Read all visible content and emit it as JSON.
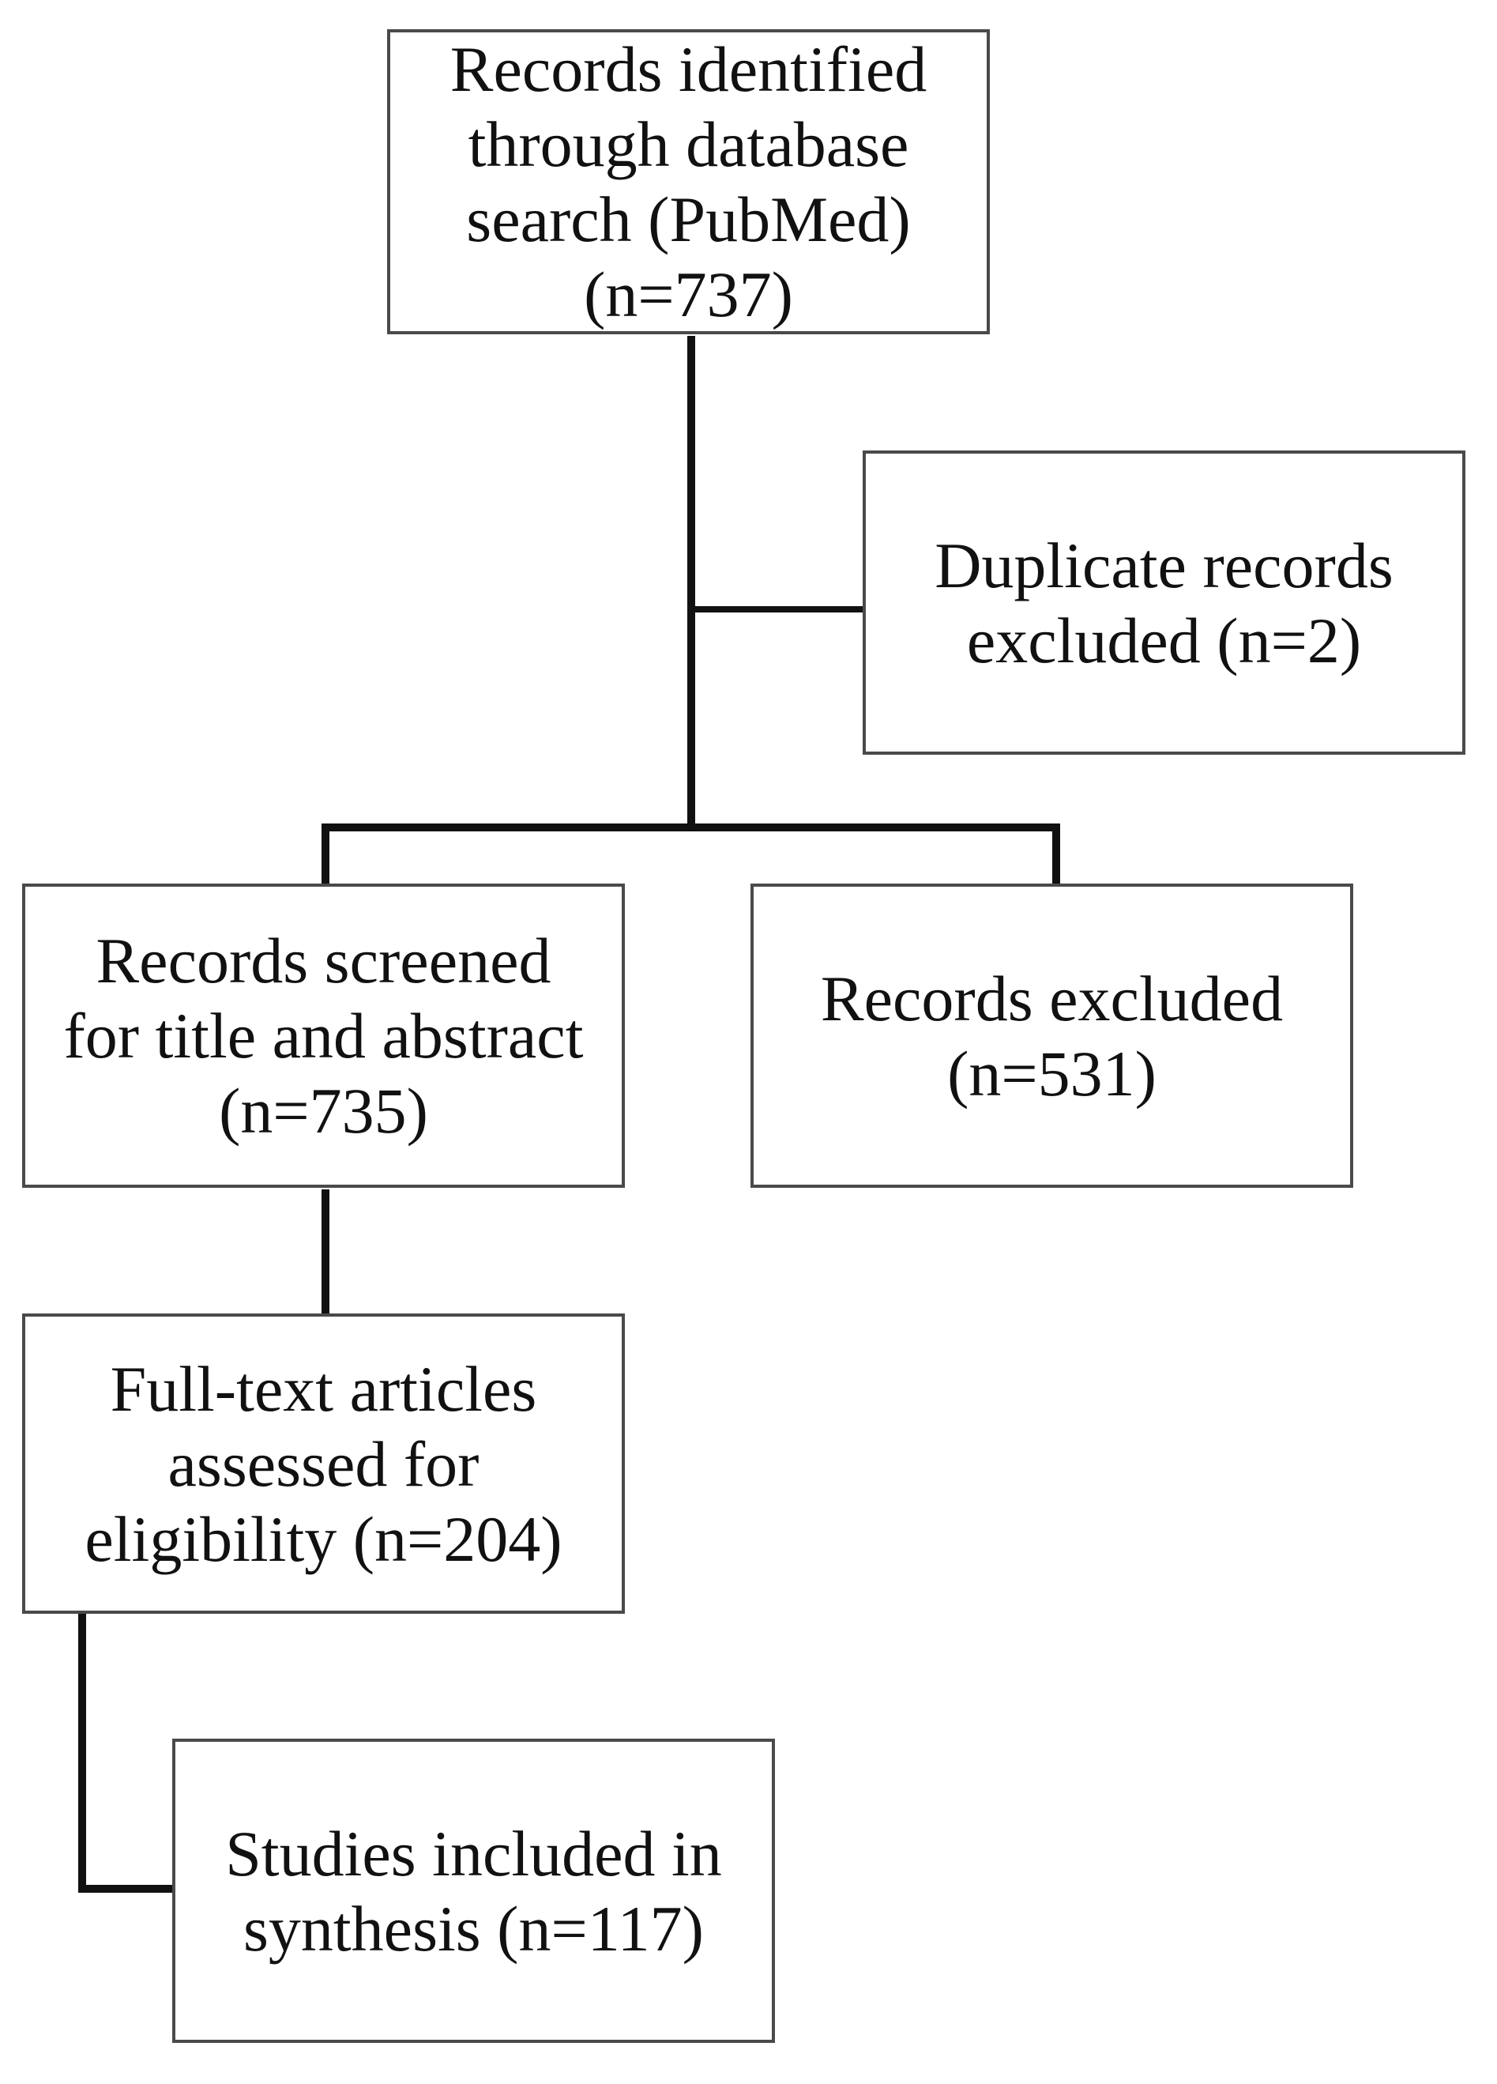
{
  "flowchart": {
    "identified": {
      "text": "Records identified\nthrough database\nsearch (PubMed)\n(n=737)"
    },
    "duplicates": {
      "text": "Duplicate records\nexcluded (n=2)"
    },
    "screened": {
      "text": "Records screened\nfor title and abstract\n(n=735)"
    },
    "excluded": {
      "text": "Records excluded\n(n=531)"
    },
    "fulltext": {
      "text": "Full-text articles\nassessed for\neligibility (n=204)"
    },
    "included": {
      "text": "Studies included in\nsynthesis (n=117)"
    }
  }
}
